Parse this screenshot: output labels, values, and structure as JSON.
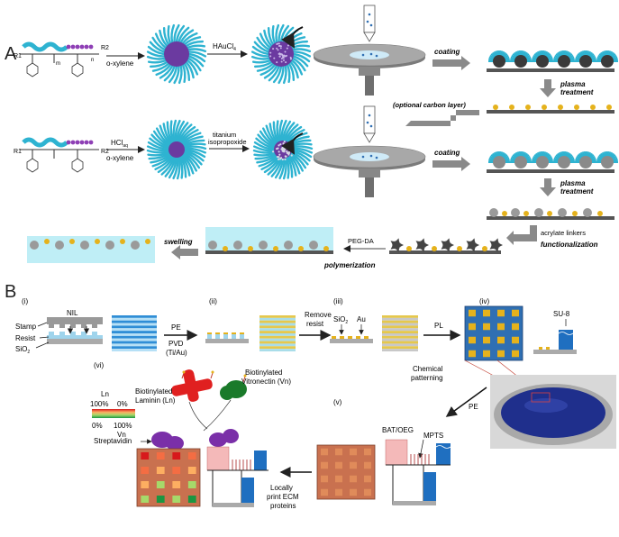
{
  "panel_a": {
    "label": "A",
    "row1": {
      "solvent": "o-xylene",
      "reagent_prefix": "HAuCl",
      "reagent_sub": "4",
      "step_coating": "coating",
      "step_plasma_1": "plasma",
      "step_plasma_2": "treatment",
      "optional_layer": "(optional carbon layer)"
    },
    "row2": {
      "acid_prefix": "HCl",
      "acid_sub": "aq",
      "solvent": "o-xylene",
      "reagent_1": "titanium",
      "reagent_2": "isopropoxide",
      "step_coating": "coating",
      "step_plasma_1": "plasma",
      "step_plasma_2": "treatment"
    },
    "row3": {
      "linkers": "acrylate linkers",
      "functionalization": "functionalization",
      "reagent": "PEG-DA",
      "polymerization": "polymerization",
      "swelling": "swelling"
    },
    "polymer_r1": "R1",
    "polymer_r2": "R2",
    "polymer_n": "n",
    "polymer_m": "m"
  },
  "panel_b": {
    "label": "B",
    "step_i": "(i)",
    "step_ii": "(ii)",
    "step_iii": "(iii)",
    "step_iv": "(iv)",
    "step_v": "(v)",
    "step_vi": "(vi)",
    "nil": "NIL",
    "stamp": "Stamp",
    "resist": "Resist",
    "sio2_base": "SiO",
    "sio2_sub": "2",
    "pe": "PE",
    "pvd": "PVD",
    "pvd_detail": "(Ti/Au)",
    "remove_1": "Remove",
    "remove_2": "resist",
    "au": "Au",
    "pl": "PL",
    "su8": "SU-8",
    "chem_1": "Chemical",
    "chem_2": "patterning",
    "pe_2": "PE",
    "bat_oeg": "BAT/OEG",
    "mpts": "MPTS",
    "laminin_1": "Biotinylated",
    "laminin_2": "Laminin (Ln)",
    "vitronectin_1": "Biotinylated",
    "vitronectin_2": "Vitronectin (Vn)",
    "streptavidin": "Streptavidin",
    "legend_ln": "Ln",
    "legend_100_top": "100%",
    "legend_0_top": "0%",
    "legend_0_bottom": "0%",
    "legend_100_bottom": "100%",
    "legend_vn": "Vn",
    "print_1": "Locally",
    "print_2": "print ECM",
    "print_3": "proteins"
  },
  "colors": {
    "corona": "#2eb3d1",
    "core_purple": "#6b3aa0",
    "gold": "#e5b21c",
    "gray": "#9a9a9a",
    "dark": "#3a3a3a",
    "blue_pattern": "#2f6fb3",
    "substrate_blue": "#1f4fa8"
  }
}
